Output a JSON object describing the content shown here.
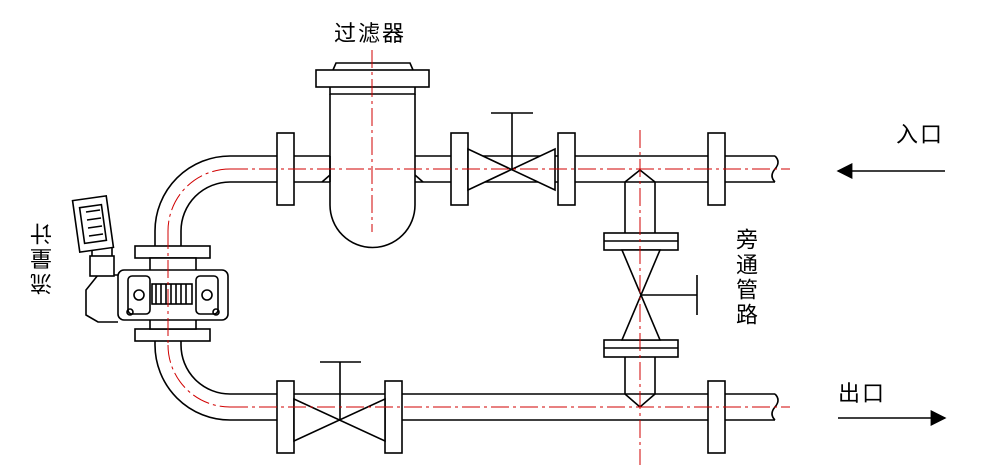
{
  "labels": {
    "filter": "过滤器",
    "inlet": "入口",
    "outlet": "出口",
    "flowmeter": "流量计",
    "bypass": "旁通管路"
  },
  "colors": {
    "line": "#000000",
    "centerline": "#d00000"
  }
}
